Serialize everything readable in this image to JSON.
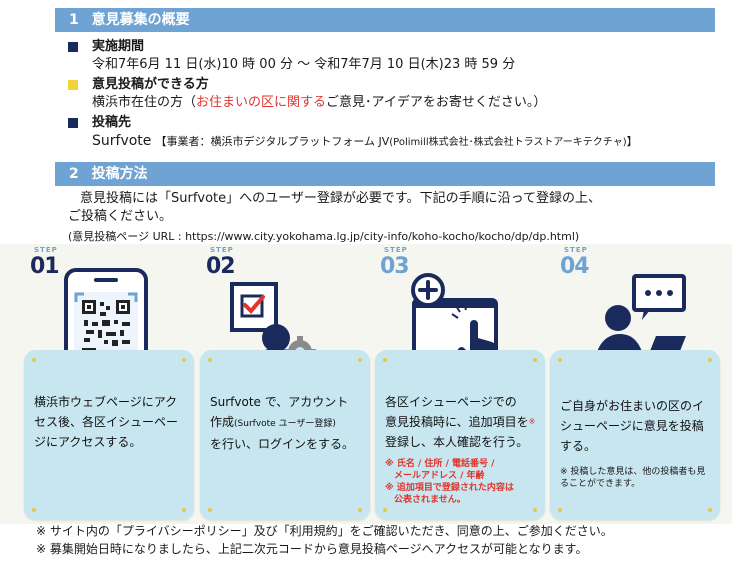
{
  "section1": {
    "number": "1",
    "title": "意見募集の概要",
    "period_label": "実施期間",
    "period_value": "令和7年6月 11 日(水)10 時 00 分 ～ 令和7年7月 10 日(木)23 時 59 分",
    "who_label": "意見投稿ができる方",
    "who_prefix": "横浜市在住の方（",
    "who_highlight": "お住まいの区に関する",
    "who_suffix": "ご意見･アイデアをお寄せください。）",
    "where_label": "投稿先",
    "where_service": "Surfvote",
    "where_operator": "【事業者：横浜市デジタルプラットフォーム JV",
    "where_operator_small": "(Polimill株式会社･株式会社トラストアーキテクチャ)",
    "where_operator_end": "】"
  },
  "section2": {
    "number": "2",
    "title": "投稿方法",
    "intro_line1": "意見投稿には「Surfvote」へのユーザー登録が必要です。下記の手順に沿って登録の上、",
    "intro_line2": "ご投稿ください。",
    "url_line": "(意見投稿ページ URL : https://www.city.yokohama.lg.jp/city-info/koho-kocho/kocho/dp/dp.html)"
  },
  "steps": [
    {
      "label": "STEP",
      "number": "01",
      "text": "横浜市ウェブページにアクセス後、各区イシューページにアクセスする。"
    },
    {
      "label": "STEP",
      "number": "02",
      "text_a": "Surfvote で、アカウント",
      "text_b": "作成",
      "text_b_small": "(Surfvote ユーザー登録)",
      "text_c": "を行い、ログインをする。"
    },
    {
      "label": "STEP",
      "number": "03",
      "text_a": "各区イシューページでの",
      "text_b": "意見投稿時に、追加項目を",
      "text_b_mark": "※",
      "text_c": "登録し、本人確認を行う。",
      "note_a": "※ 氏名 / 住所 / 電話番号 /",
      "note_b": "　メールアドレス / 年齢",
      "note_c": "※ 追加項目で登録された内容は",
      "note_d": "　公表されません。"
    },
    {
      "label": "STEP",
      "number": "04",
      "text": "ご自身がお住まいの区のイシューページに意見を投稿する。",
      "note": "※ 投稿した意見は、他の投稿者も見ることができます。"
    }
  ],
  "footnotes": [
    "※ サイト内の「プライバシーポリシー」及び「利用規約」をご確認いただき、同意の上、ご参加ください。",
    "※ 募集開始日時になりましたら、上記二次元コードから意見投稿ページへアクセスが可能となります。"
  ],
  "colors": {
    "banner": "#6fa3d4",
    "navy": "#1b2a5c",
    "yellow": "#f4d23a",
    "red": "#e0342c",
    "card": "#c8e6f0"
  }
}
